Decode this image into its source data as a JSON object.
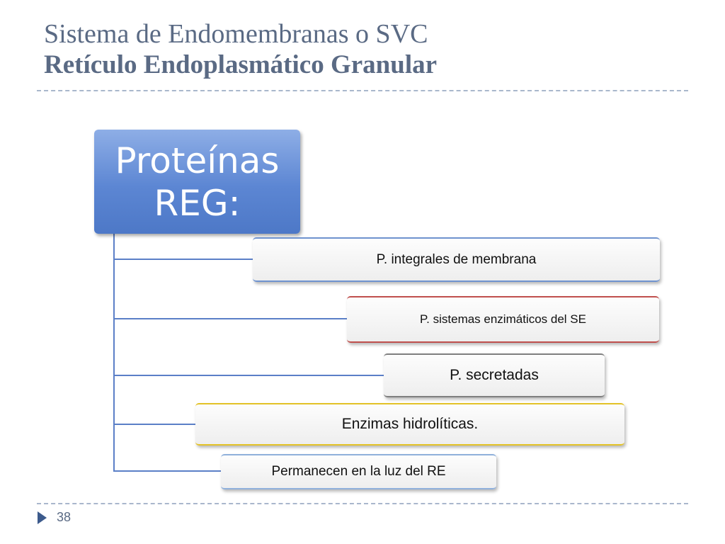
{
  "slide": {
    "title_line1": "Sistema de Endomembranas o SVC",
    "title_line2": "Retículo Endoplasmático Granular",
    "page_number": "38"
  },
  "diagram": {
    "root": "Proteínas REG:",
    "children": [
      "P. integrales de membrana",
      "P. sistemas enzimáticos del SE",
      "P. secretadas",
      "Enzimas hidrolíticas.",
      "Permanecen en la luz del RE"
    ]
  },
  "colors": {
    "title": "#5a6a84",
    "root_fill": "#5c86d3",
    "connector": "#5b7fc7",
    "child_accents": [
      "#6f93cf",
      "#c0504d",
      "#7f7f7f",
      "#e3c227",
      "#8fb0db"
    ]
  }
}
